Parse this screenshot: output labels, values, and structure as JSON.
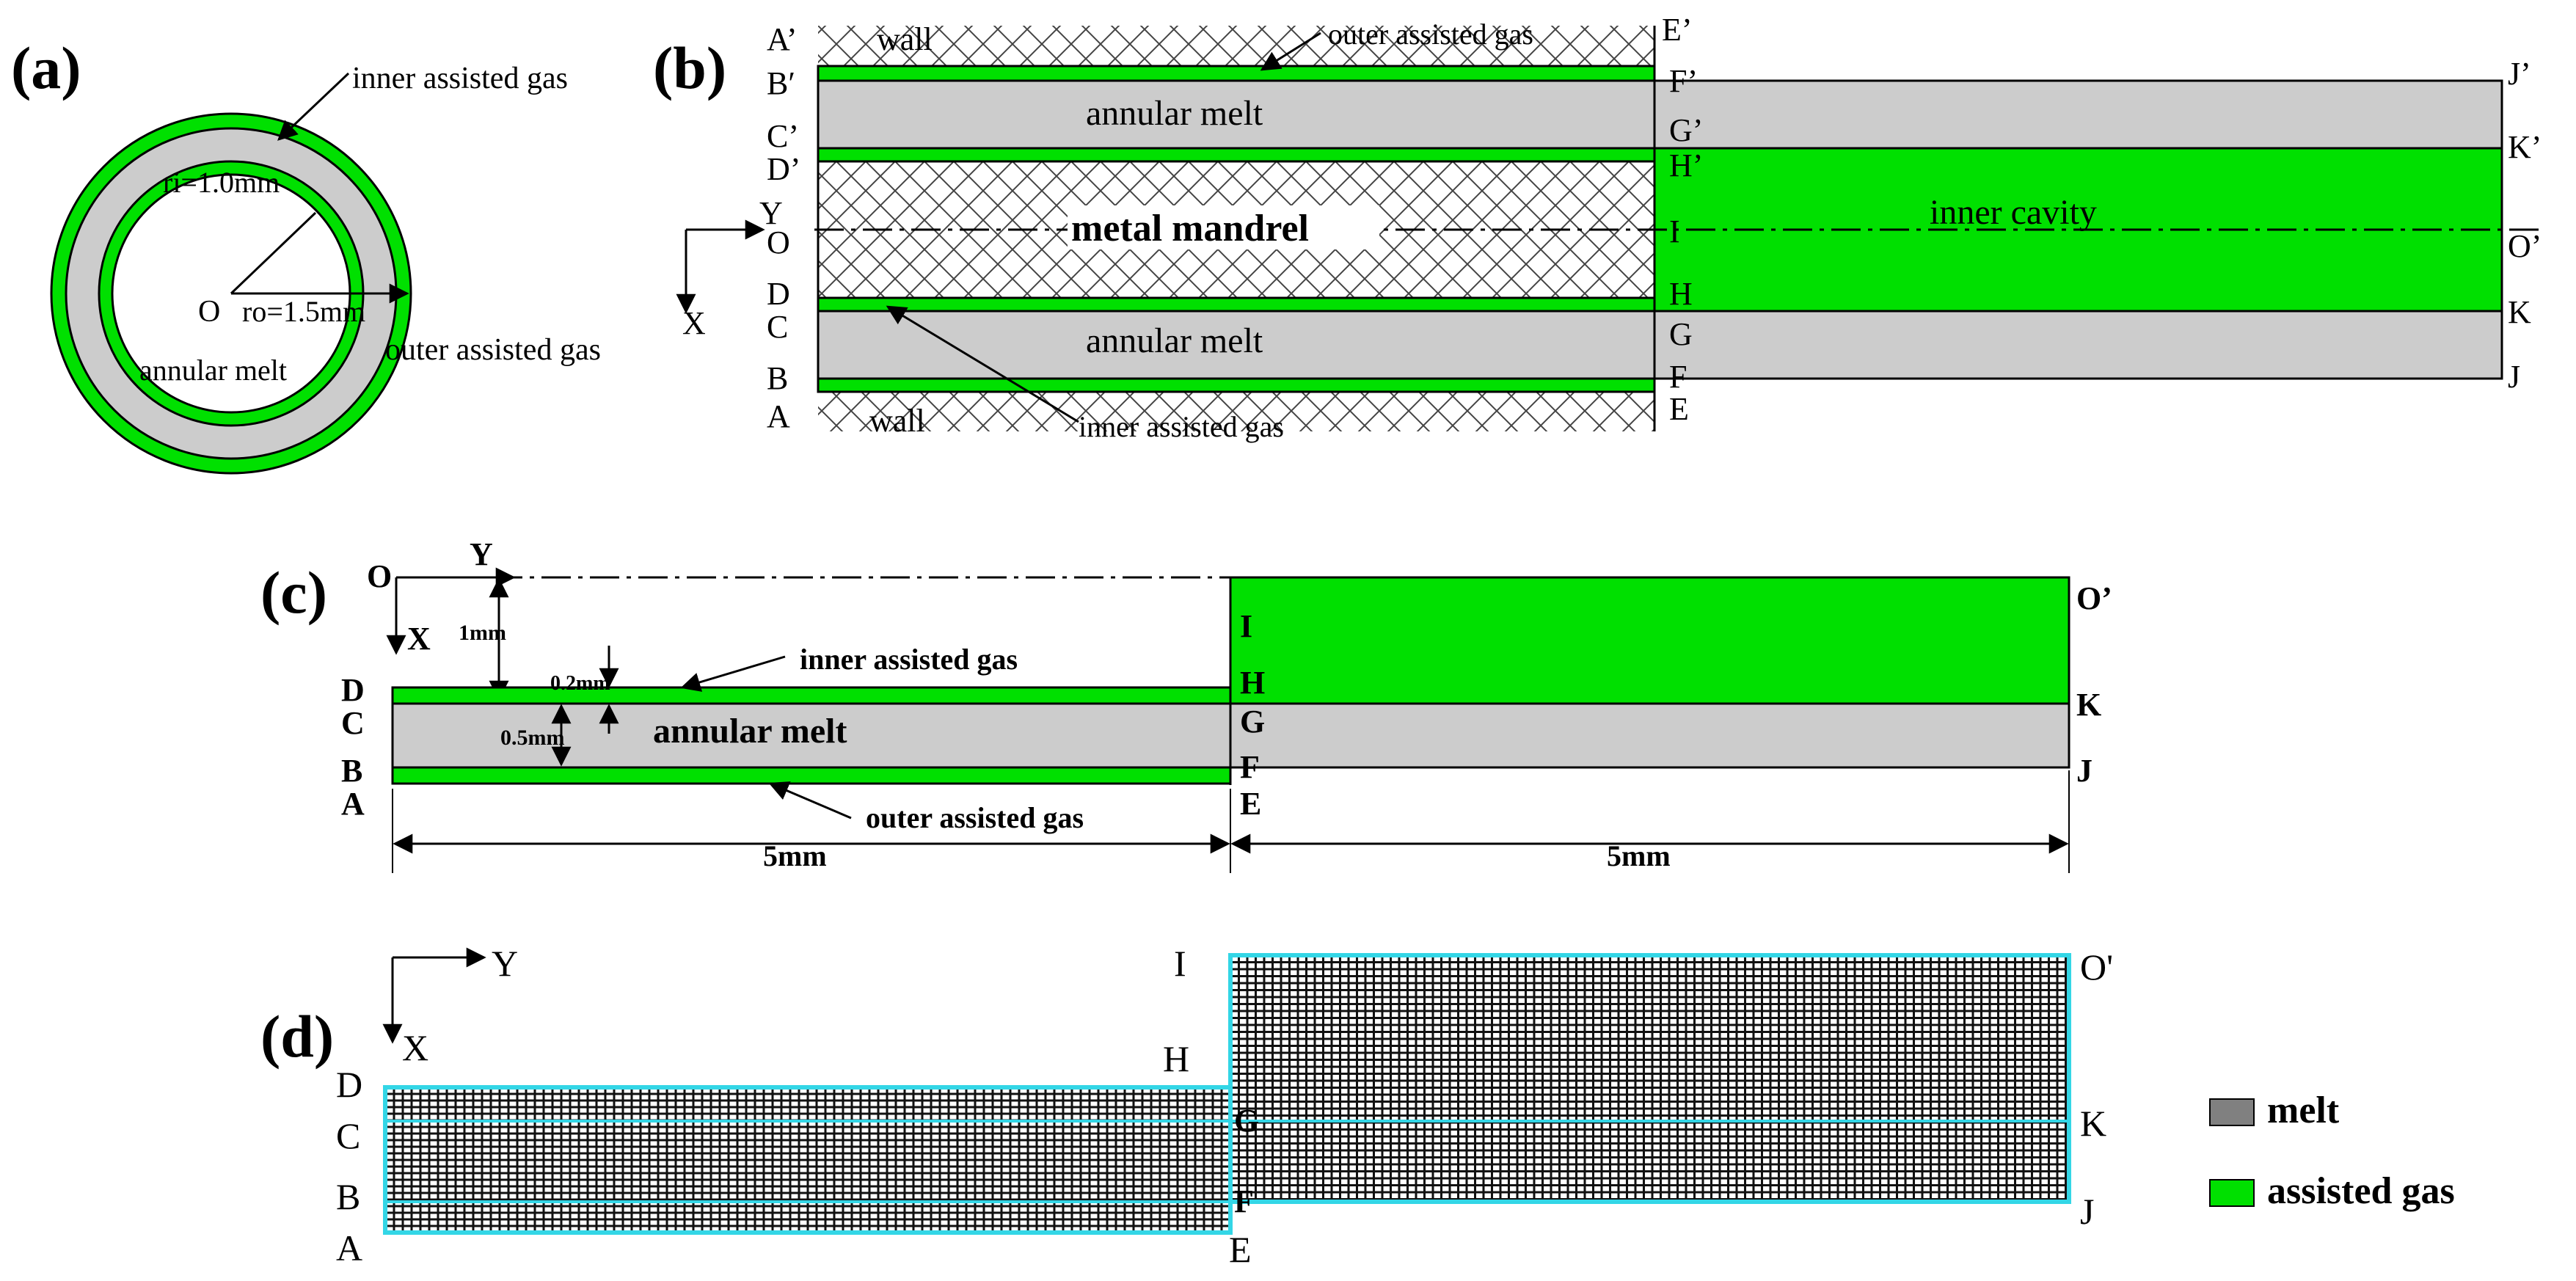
{
  "colors": {
    "melt": "#cccccc",
    "gas": "#00e000",
    "mesh_outline": "#33d6e6",
    "mesh_line": "#111111",
    "ink": "#000000",
    "legend_melt": "#808080"
  },
  "panel_a": {
    "tag": "(a)",
    "inner_gas": "inner assisted gas",
    "outer_gas": "outer assisted gas",
    "melt": "annular melt",
    "ri": "ri=1.0mm",
    "ro": "ro=1.5mm",
    "center": "O"
  },
  "panel_b": {
    "tag": "(b)",
    "wall_top": "wall",
    "wall_bottom": "wall",
    "outer_gas": "outer assisted gas",
    "inner_gas": "inner assisted gas",
    "melt_top": "annular melt",
    "melt_bottom": "annular melt",
    "mandrel": "metal mandrel",
    "cavity": "inner cavity",
    "axis_y": "Y",
    "axis_x": "X",
    "left_labels": [
      "A’",
      "B′",
      "C’",
      "D’",
      "O",
      "D",
      "C",
      "B",
      "A"
    ],
    "mid_labels": [
      "E’",
      "F’",
      "G’",
      "H’",
      "I",
      "H",
      "G",
      "F",
      "E"
    ],
    "right_labels": [
      "J’",
      "K’",
      "O’",
      "K",
      "J"
    ]
  },
  "panel_c": {
    "tag": "(c)",
    "origin": "O",
    "axis_y": "Y",
    "axis_x": "X",
    "dim_1mm": "1mm",
    "dim_02mm": "0.2mm",
    "dim_05mm": "0.5mm",
    "inner_gas": "inner assisted gas",
    "outer_gas": "outer assisted gas",
    "melt": "annular melt",
    "left_labels": [
      "D",
      "C",
      "B",
      "A"
    ],
    "mid_labels": [
      "I",
      "H",
      "G",
      "F",
      "E"
    ],
    "right_labels": [
      "O’",
      "K",
      "J"
    ],
    "len_left": "5mm",
    "len_right": "5mm"
  },
  "panel_d": {
    "tag": "(d)",
    "axis_y": "Y",
    "axis_x": "X",
    "left_labels": [
      "D",
      "C",
      "B",
      "A"
    ],
    "mid_labels": [
      "I",
      "H",
      "G",
      "F",
      "E"
    ],
    "right_labels": [
      "O'",
      "K",
      "J"
    ]
  },
  "legend": {
    "melt": "melt",
    "gas": "assisted gas"
  }
}
